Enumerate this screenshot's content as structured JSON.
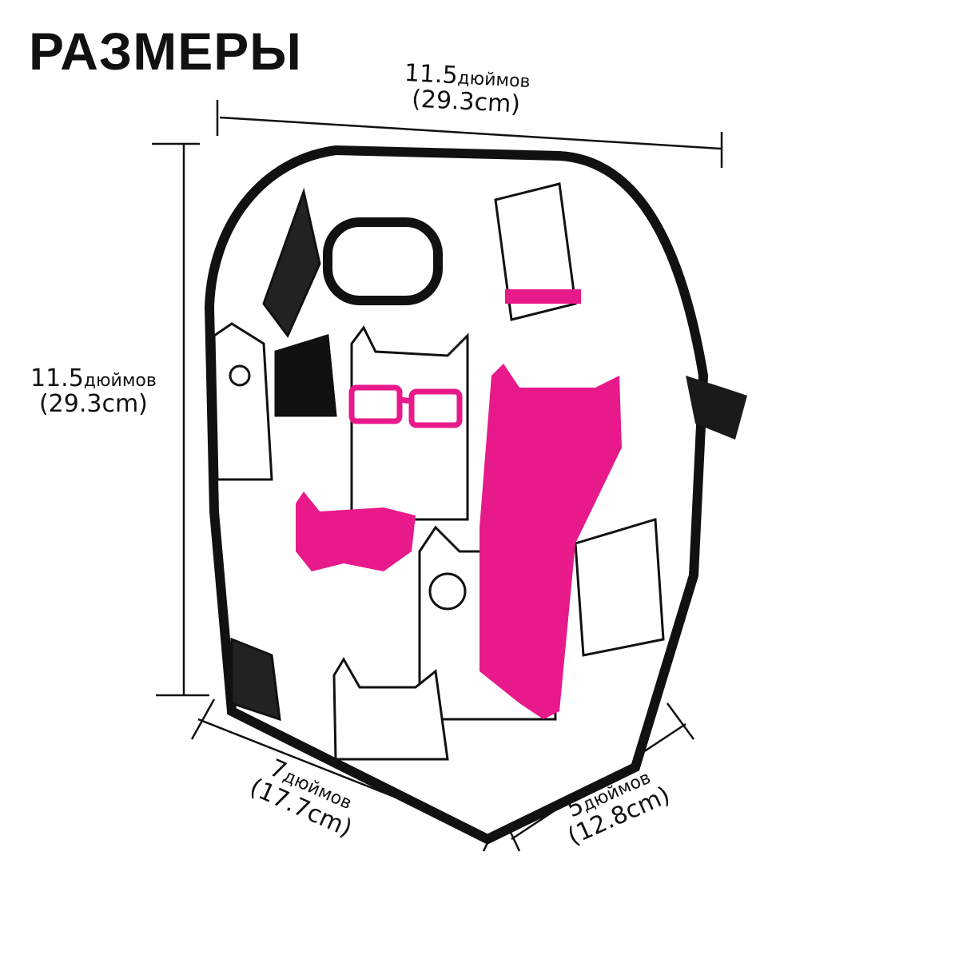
{
  "title": "РАЗМЕРЫ",
  "dimensions": {
    "width": {
      "value": "11.5",
      "unit": "дюймов",
      "metric": "(29.3cm)"
    },
    "height": {
      "value": "11.5",
      "unit": "дюймов",
      "metric": "(29.3cm)"
    },
    "length": {
      "value": "7",
      "unit": "дюймов",
      "metric": "(17.7cm)"
    },
    "depth": {
      "value": "5",
      "unit": "дюймов",
      "metric": "(12.8cm)"
    }
  },
  "colors": {
    "accent": "#e8198b",
    "outline": "#111111"
  }
}
